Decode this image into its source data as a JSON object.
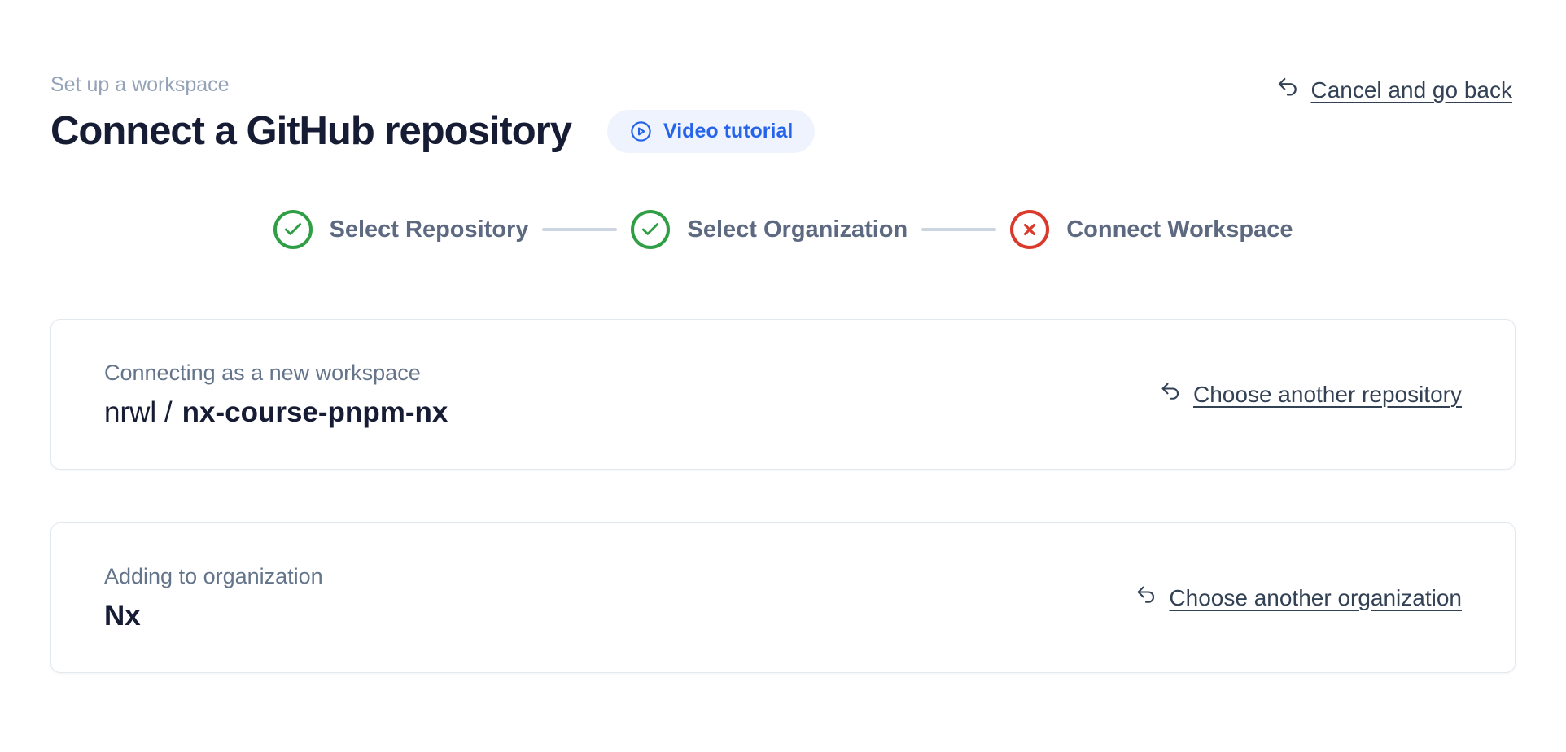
{
  "header": {
    "eyebrow": "Set up a workspace",
    "title": "Connect a GitHub repository",
    "video_button_label": "Video tutorial",
    "cancel_link_label": "Cancel and go back"
  },
  "stepper": {
    "steps": [
      {
        "label": "Select Repository",
        "status": "complete"
      },
      {
        "label": "Select Organization",
        "status": "complete"
      },
      {
        "label": "Connect Workspace",
        "status": "error"
      }
    ]
  },
  "repository_card": {
    "label": "Connecting as a new workspace",
    "owner": "nrwl /",
    "repo_name": "nx-course-pnpm-nx",
    "change_link_label": "Choose another repository"
  },
  "organization_card": {
    "label": "Adding to organization",
    "org_name": "Nx",
    "change_link_label": "Choose another organization"
  },
  "colors": {
    "accent_blue": "#2563eb",
    "accent_blue_bg": "#eef3fd",
    "success_green": "#2f9e44",
    "error_red": "#d93a2b",
    "link_text": "#334155",
    "muted_text": "#64748b",
    "heading_text": "#171c35",
    "card_border": "#e2e8f0"
  }
}
